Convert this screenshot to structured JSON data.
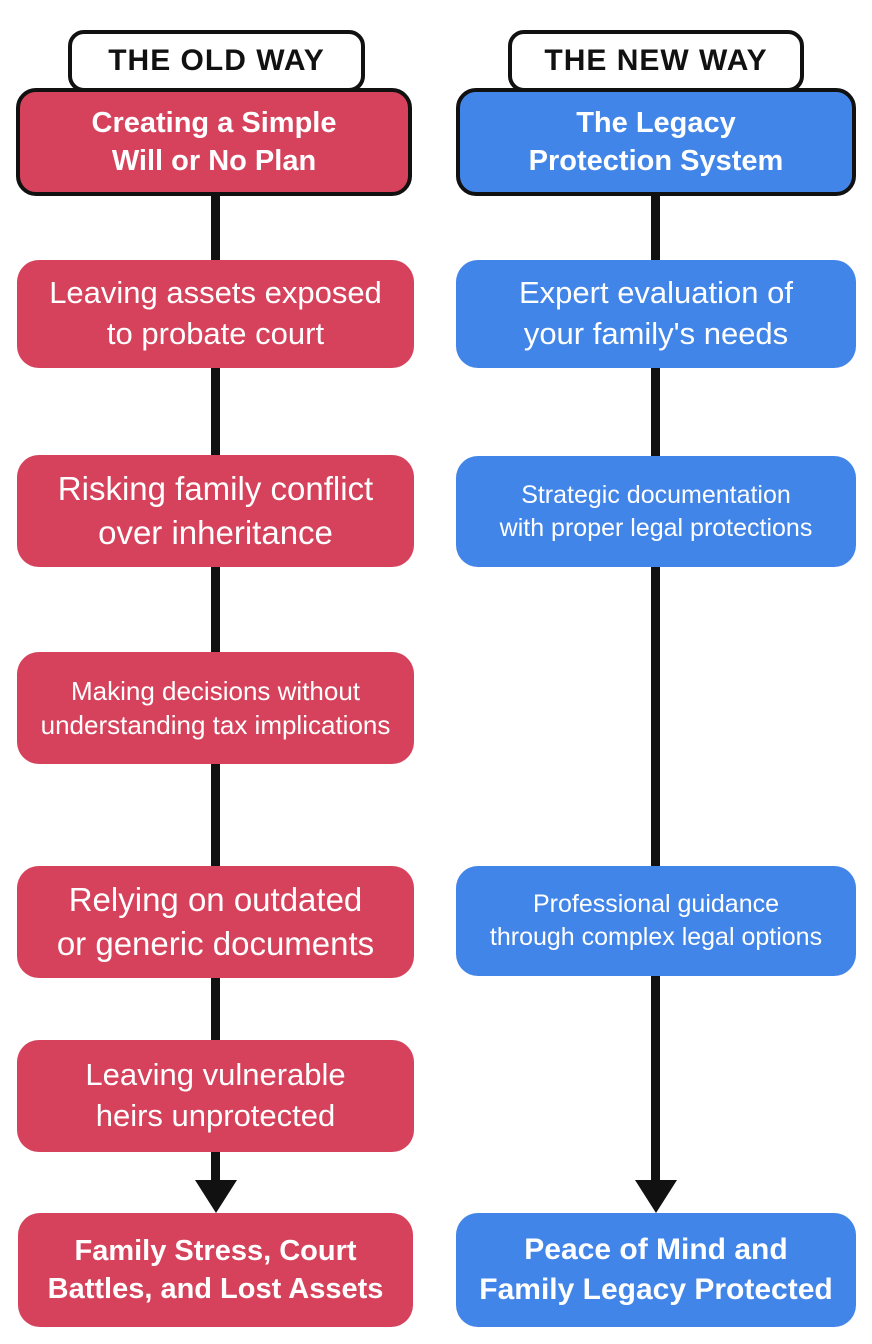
{
  "comparison": {
    "old_way": {
      "header": "THE OLD WAY",
      "accent_color": "#d6425b",
      "title": "Creating a Simple Will or No Plan",
      "steps": [
        "Leaving assets exposed to probate court",
        "Risking family conflict over inheritance",
        "Making decisions without understanding tax implications",
        "Relying on outdated or generic documents",
        "Leaving vulnerable heirs unprotected"
      ],
      "result": "Family Stress, Court Battles, and Lost Assets"
    },
    "new_way": {
      "header": "THE NEW WAY",
      "accent_color": "#4285e8",
      "title": "The Legacy Protection System",
      "steps": [
        "Expert evaluation of your family's needs",
        "Strategic documentation with proper legal protections",
        "Professional guidance through complex legal options"
      ],
      "result": "Peace of Mind and Family Legacy Protected"
    },
    "connector_color": "#111111",
    "box_text_color": "#ffffff",
    "header_text_color": "#111111",
    "background_color": "#ffffff"
  }
}
